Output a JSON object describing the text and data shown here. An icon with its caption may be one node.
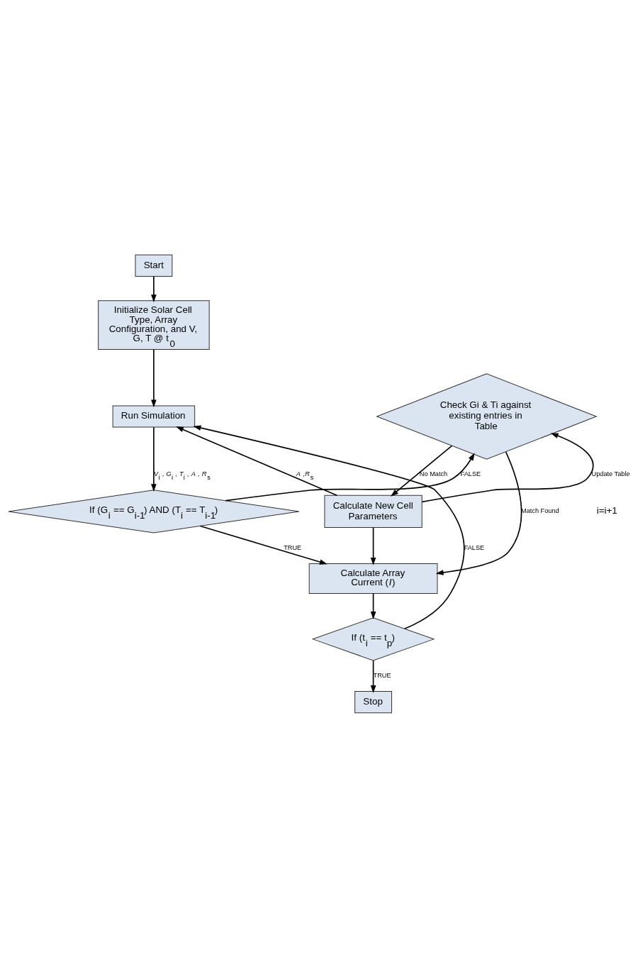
{
  "diagram": {
    "nodes": [
      {
        "text": [
          "Start"
        ]
      },
      {
        "text": [
          "Initialize Solar Cell Type, Array Configuration, and V, G, T @ t$_{0}$"
        ]
      },
      {
        "text": [
          "Run Simulation"
        ]
      },
      {
        "text": [
          "Check Gi & Ti against existing entries in Table"
        ]
      },
      {
        "text": [
          "If (G$_{i}$ == G$_{i-1}$) AND (T$_{i}$ == T$_{i-1}$)"
        ]
      },
      {
        "text": [
          "Calculate New Cell Parameters"
        ]
      },
      {
        "text": [
          "Calculate Array Current (*I*)"
        ]
      },
      {
        "text": [
          "If (t$_{i}$ == t$_{p}$)"
        ]
      },
      {
        "text": [
          "Stop"
        ]
      }
    ],
    "edges": [
      {
        "from": 0,
        "to": 1,
        "arrow": "to"
      },
      {
        "from": 1,
        "to": 2,
        "arrow": "to"
      },
      {
        "from": 2,
        "to": 4,
        "arrow": "to",
        "label": "*V*$_{i}$ , *G*$_{i}$ , *T*$_{i}$ , *A* , *R*$_{s}$"
      },
      {
        "from": 4,
        "to": 3,
        "arrow": "to",
        "label": "FALSE"
      },
      {
        "from": 4,
        "to": 6,
        "arrow": "to",
        "label": "TRUE"
      },
      {
        "from": 3,
        "to": 5,
        "arrow": "to",
        "label": "No Match"
      },
      {
        "from": 3,
        "to": 6,
        "arrow": "to",
        "label": "Match Found"
      },
      {
        "from": 5,
        "to": 2,
        "arrow": "to",
        "label": "*A* ,*R*$_{s}$"
      },
      {
        "from": 5,
        "to": 3,
        "arrow": "to",
        "label": "Update Table"
      },
      {
        "from": 5,
        "to": 6,
        "arrow": "to"
      },
      {
        "from": 6,
        "to": 7,
        "arrow": "to"
      },
      {
        "from": 7,
        "to": 2,
        "arrow": "to",
        "label": "FALSE"
      },
      {
        "from": 7,
        "to": 8,
        "arrow": "to",
        "label": "TRUE"
      }
    ],
    "labels": [
      "i=i+1"
    ]
  }
}
